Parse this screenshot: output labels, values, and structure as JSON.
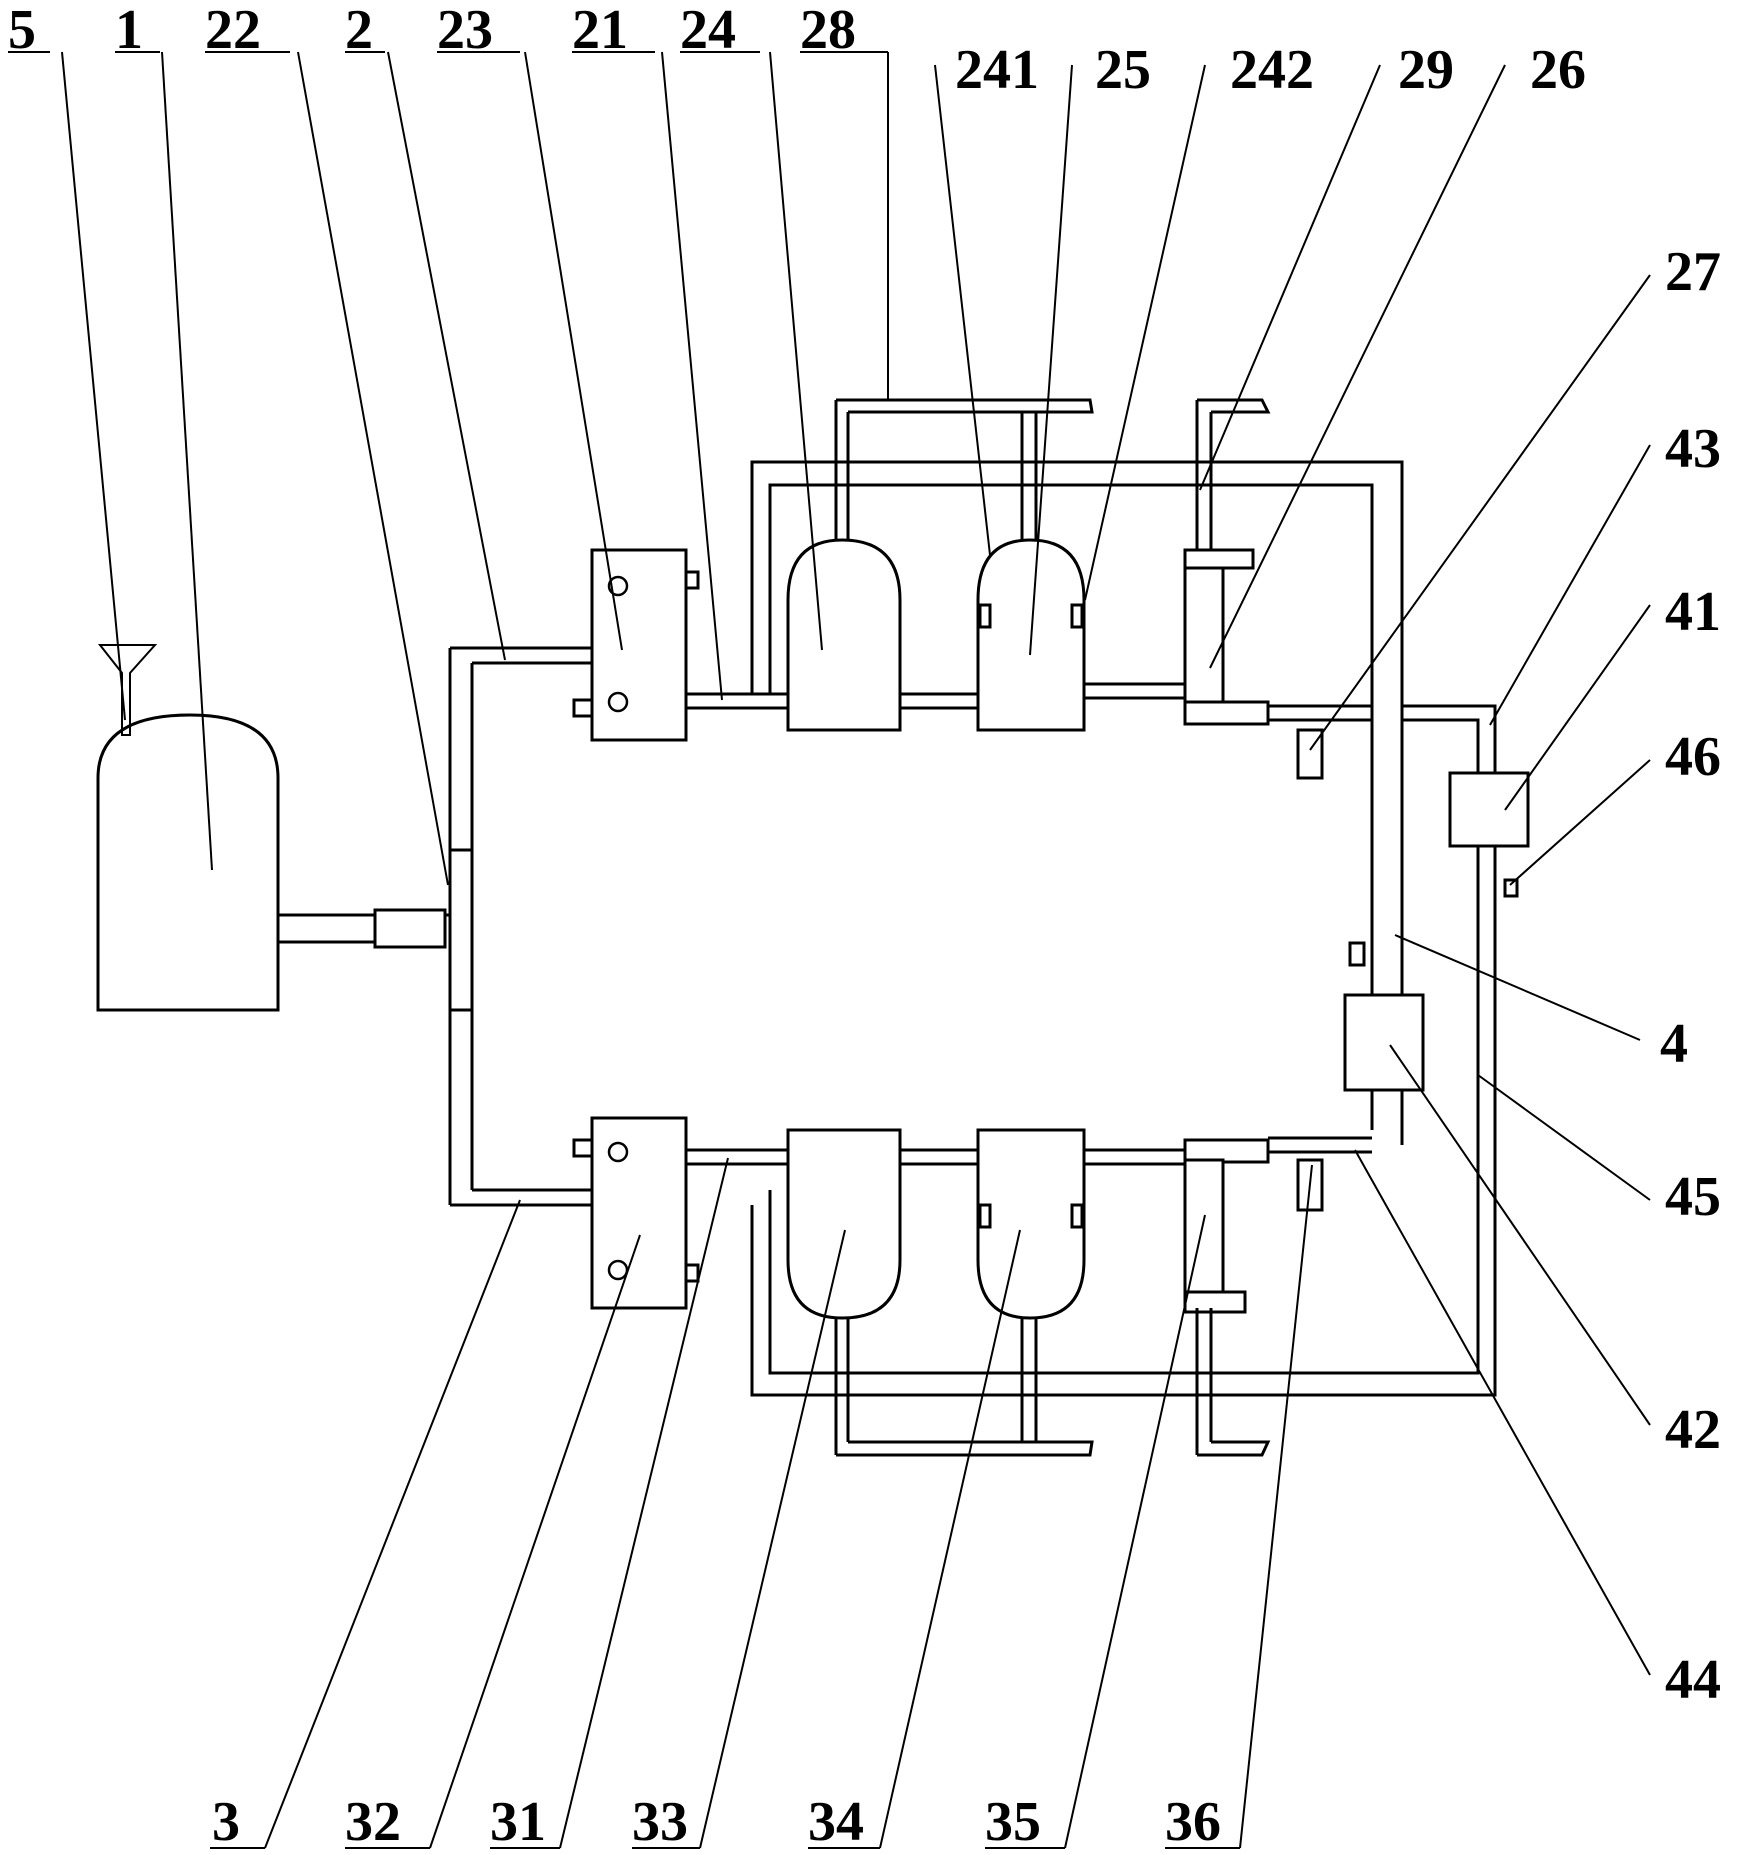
{
  "labels": {
    "l5": "5",
    "l1": "1",
    "l22": "22",
    "l2": "2",
    "l23": "23",
    "l21": "21",
    "l24": "24",
    "l28": "28",
    "l241": "241",
    "l25": "25",
    "l242": "242",
    "l29": "29",
    "l26": "26",
    "l27": "27",
    "l43": "43",
    "l41": "41",
    "l46": "46",
    "l4": "4",
    "l45": "45",
    "l42": "42",
    "l44": "44",
    "l3": "3",
    "l32": "32",
    "l31": "31",
    "l33": "33",
    "l34": "34",
    "l35": "35",
    "l36": "36"
  }
}
